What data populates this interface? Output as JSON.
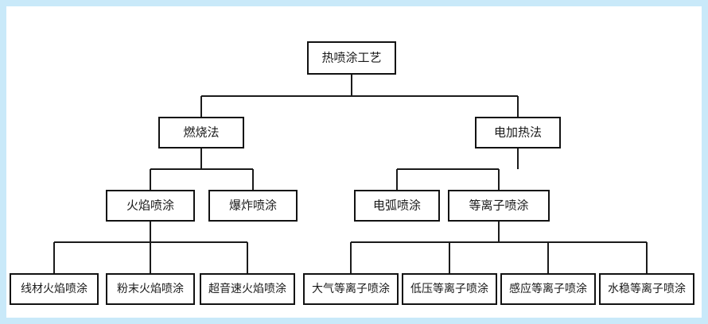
{
  "diagram": {
    "type": "tree-hierarchy",
    "title": "热喷涂工艺",
    "frame_color": "#c9e9f9",
    "canvas_color": "#ffffff",
    "line_color": "#1b1b1b",
    "box_border_color": "#121212",
    "text_color": "#1a1a1a",
    "levels": 4,
    "nodes": {
      "root": {
        "label": "热喷涂工艺"
      },
      "level1": [
        {
          "label": "燃烧法"
        },
        {
          "label": "电加热法"
        }
      ],
      "level2": [
        {
          "label": "火焰喷涂"
        },
        {
          "label": "爆炸喷涂"
        },
        {
          "label": "电弧喷涂"
        },
        {
          "label": "等离子喷涂"
        }
      ],
      "level3": [
        {
          "label": "线材火焰喷涂"
        },
        {
          "label": "粉末火焰喷涂"
        },
        {
          "label": "超音速火焰喷涂"
        },
        {
          "label": "大气等离子喷涂"
        },
        {
          "label": "低压等离子喷涂"
        },
        {
          "label": "感应等离子喷涂"
        },
        {
          "label": "水稳等离子喷涂"
        }
      ]
    },
    "edges": [
      {
        "from": "热喷涂工艺",
        "to": "燃烧法"
      },
      {
        "from": "热喷涂工艺",
        "to": "电加热法"
      },
      {
        "from": "燃烧法",
        "to": "火焰喷涂"
      },
      {
        "from": "燃烧法",
        "to": "爆炸喷涂"
      },
      {
        "from": "电加热法",
        "to": "电弧喷涂"
      },
      {
        "from": "电加热法",
        "to": "等离子喷涂"
      },
      {
        "from": "火焰喷涂",
        "to": "线材火焰喷涂"
      },
      {
        "from": "火焰喷涂",
        "to": "粉末火焰喷涂"
      },
      {
        "from": "火焰喷涂",
        "to": "超音速火焰喷涂"
      },
      {
        "from": "等离子喷涂",
        "to": "大气等离子喷涂"
      },
      {
        "from": "等离子喷涂",
        "to": "低压等离子喷涂"
      },
      {
        "from": "等离子喷涂",
        "to": "感应等离子喷涂"
      },
      {
        "from": "等离子喷涂",
        "to": "水稳等离子喷涂"
      }
    ]
  }
}
